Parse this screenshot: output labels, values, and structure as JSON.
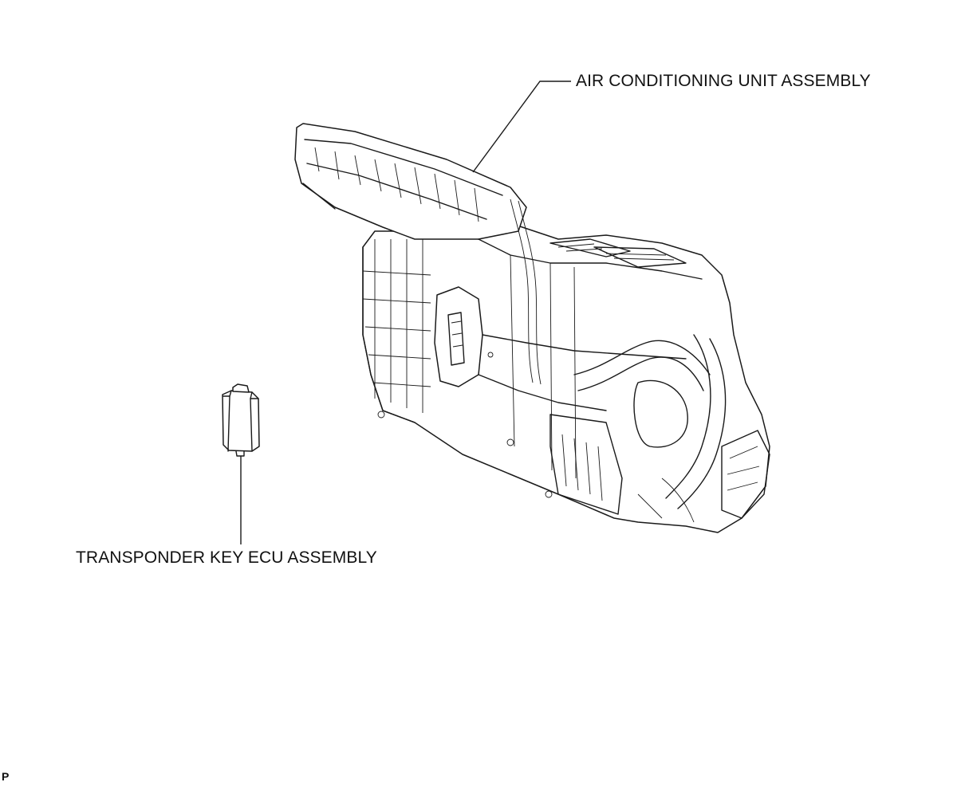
{
  "labels": {
    "ac_unit": "AIR CONDITIONING UNIT ASSEMBLY",
    "ecu": "TRANSPONDER KEY ECU ASSEMBLY",
    "corner_mark": "P"
  }
}
